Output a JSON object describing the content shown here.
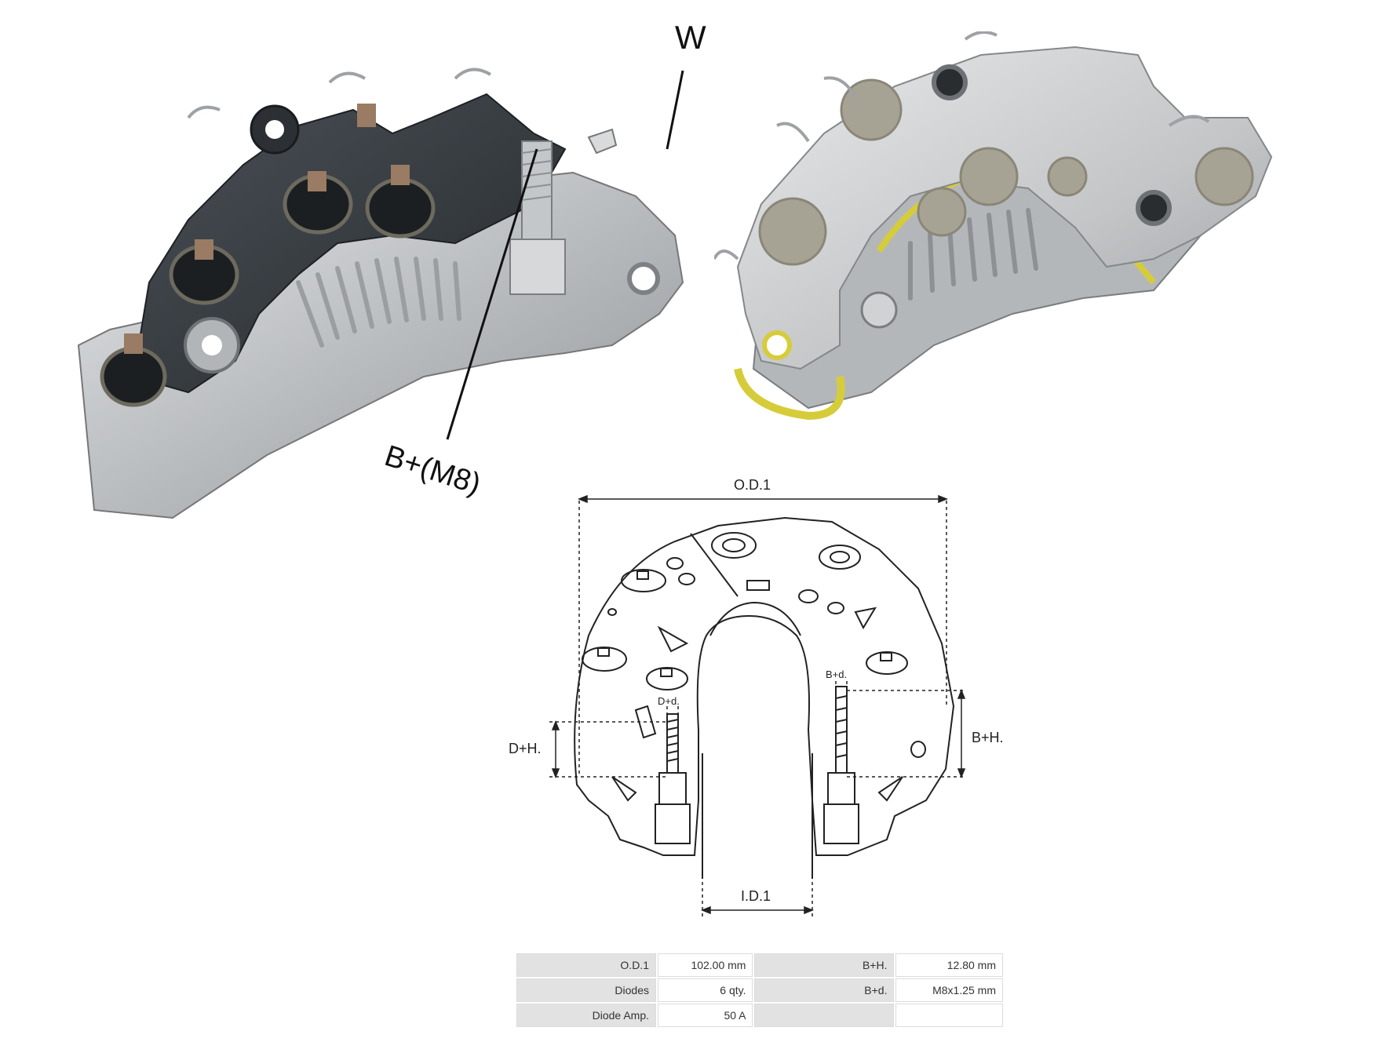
{
  "callouts": {
    "w": "W",
    "b_plus": "B+(M8)"
  },
  "diagram": {
    "od1": "O.D.1",
    "id1": "I.D.1",
    "d_plus_h": "D+H.",
    "d_plus_d": "D+d.",
    "b_plus_h": "B+H.",
    "b_plus_d": "B+d."
  },
  "specs": {
    "rows": [
      {
        "k1": "O.D.1",
        "v1": "102.00 mm",
        "k2": "B+H.",
        "v2": "12.80 mm"
      },
      {
        "k1": "Diodes",
        "v1": "6 qty.",
        "k2": "B+d.",
        "v2": "M8x1.25 mm"
      },
      {
        "k1": "Diode Amp.",
        "v1": "50 A",
        "k2": "",
        "v2": ""
      }
    ]
  },
  "colors": {
    "aluminum": "#c8cacc",
    "dark_plastic": "#3a3f44",
    "insulator_yellow": "#d6cc3a",
    "diode_cap": "#a7a394"
  }
}
